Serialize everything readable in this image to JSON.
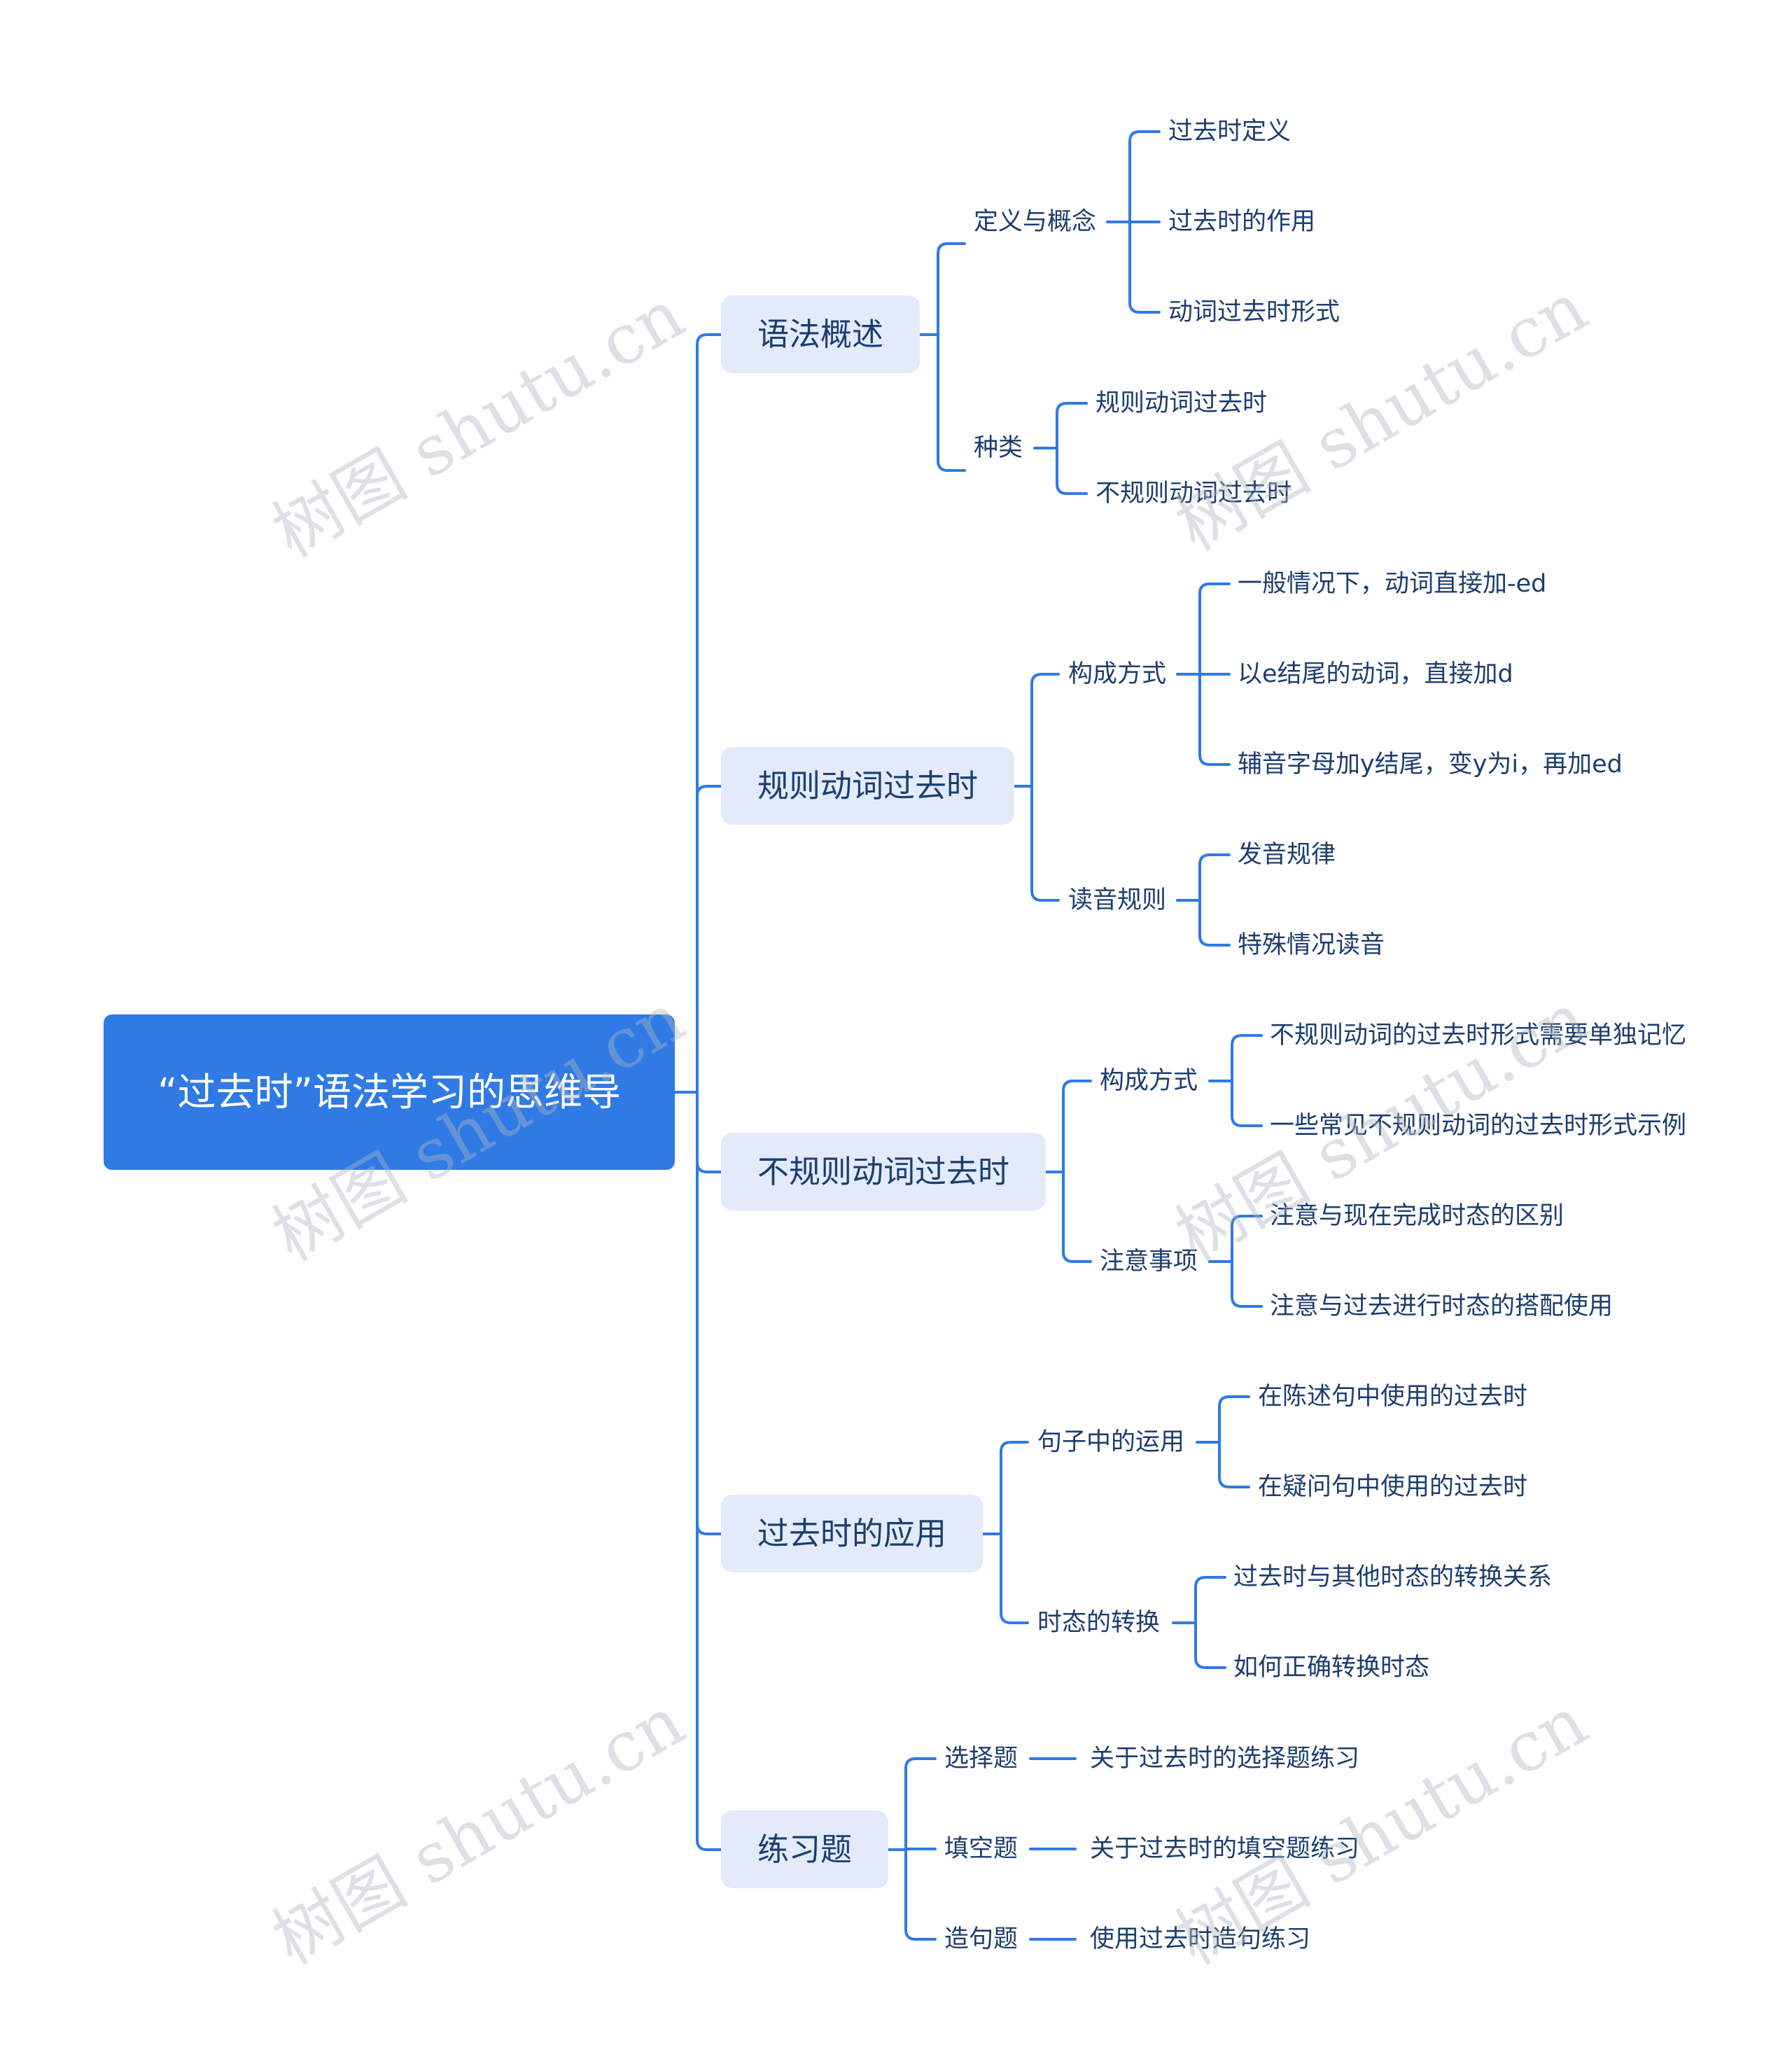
{
  "root": {
    "title": "“过去时”语法学习的思维导"
  },
  "branches": [
    {
      "label": "语法概述",
      "children": [
        {
          "label": "定义与概念",
          "leaves": [
            "过去时定义",
            "过去时的作用",
            "动词过去时形式"
          ]
        },
        {
          "label": "种类",
          "leaves": [
            "规则动词过去时",
            "不规则动词过去时"
          ]
        }
      ]
    },
    {
      "label": "规则动词过去时",
      "children": [
        {
          "label": "构成方式",
          "leaves": [
            "一般情况下，动词直接加-ed",
            "以e结尾的动词，直接加d",
            "辅音字母加y结尾，变y为i，再加ed"
          ]
        },
        {
          "label": "读音规则",
          "leaves": [
            "发音规律",
            "特殊情况读音"
          ]
        }
      ]
    },
    {
      "label": "不规则动词过去时",
      "children": [
        {
          "label": "构成方式",
          "leaves": [
            "不规则动词的过去时形式需要单独记忆",
            "一些常见不规则动词的过去时形式示例"
          ]
        },
        {
          "label": "注意事项",
          "leaves": [
            "注意与现在完成时态的区别",
            "注意与过去进行时态的搭配使用"
          ]
        }
      ]
    },
    {
      "label": "过去时的应用",
      "children": [
        {
          "label": "句子中的运用",
          "leaves": [
            "在陈述句中使用的过去时",
            "在疑问句中使用的过去时"
          ]
        },
        {
          "label": "时态的转换",
          "leaves": [
            "过去时与其他时态的转换关系",
            "如何正确转换时态"
          ]
        }
      ]
    },
    {
      "label": "练习题",
      "children": [
        {
          "label": "选择题",
          "leaves": [
            "关于过去时的选择题练习"
          ]
        },
        {
          "label": "填空题",
          "leaves": [
            "关于过去时的填空题练习"
          ]
        },
        {
          "label": "造句题",
          "leaves": [
            "使用过去时造句练习"
          ]
        }
      ]
    }
  ],
  "watermark": "树图 shutu.cn",
  "colors": {
    "root_bg": "#2f7ae5",
    "branch_bg": "#e3eafa",
    "line": "#2f7ae5",
    "text": "#1c3e6e"
  }
}
